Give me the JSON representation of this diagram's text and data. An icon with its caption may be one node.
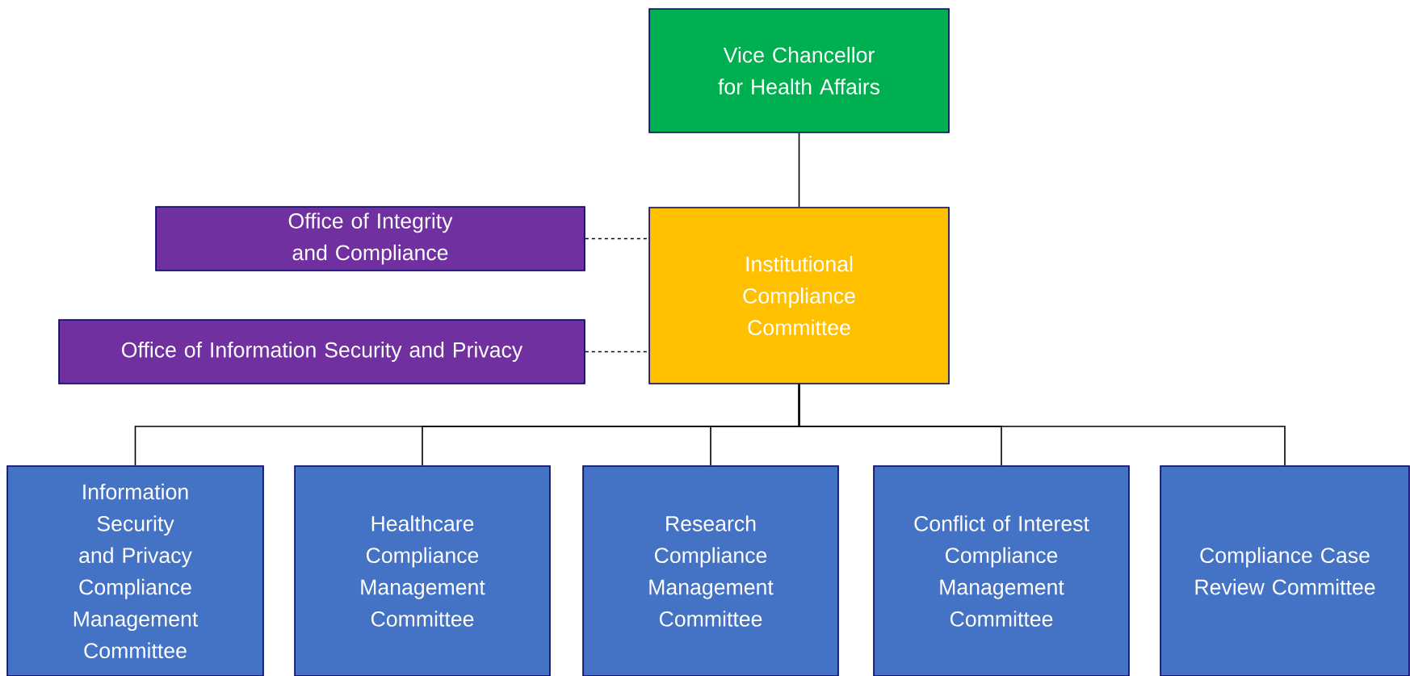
{
  "diagram": {
    "nodes": [
      {
        "text": [
          "Vice Chancellor for Health Affairs"
        ]
      },
      {
        "text": [
          "Office of Integrity and Compliance"
        ]
      },
      {
        "text": [
          "Institutional Compliance Committee"
        ]
      },
      {
        "text": [
          "Office of Information Security and Privacy"
        ]
      },
      {
        "text": [
          "Information Security and Privacy Compliance Management Committee"
        ]
      },
      {
        "text": [
          "Healthcare Compliance Management Committee"
        ]
      },
      {
        "text": [
          "Research Compliance Management Committee"
        ]
      },
      {
        "text": [
          "Conflict of Interest Compliance Management Committee"
        ]
      },
      {
        "text": [
          "Compliance Case Review Committee"
        ]
      }
    ],
    "edges": [
      {
        "from": 0,
        "to": 2,
        "arrow": "none"
      },
      {
        "from": 1,
        "to": 2,
        "arrow": "none",
        "style": "dashed"
      },
      {
        "from": 3,
        "to": 2,
        "arrow": "none",
        "style": "dashed"
      },
      {
        "from": 2,
        "to": 4,
        "arrow": "none"
      },
      {
        "from": 2,
        "to": 5,
        "arrow": "none"
      },
      {
        "from": 2,
        "to": 6,
        "arrow": "none"
      },
      {
        "from": 2,
        "to": 7,
        "arrow": "none"
      },
      {
        "from": 2,
        "to": 8,
        "arrow": "none"
      }
    ]
  }
}
